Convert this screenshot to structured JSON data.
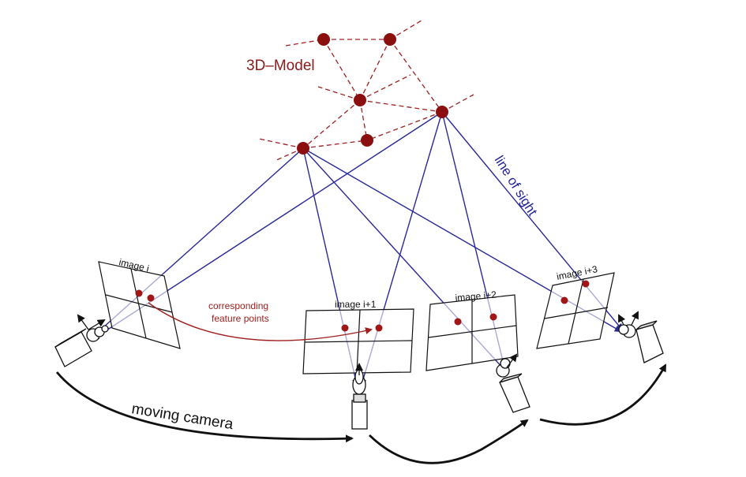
{
  "labels": {
    "model": "3D–Model",
    "line_of_sight": "line of sight",
    "corresponding_line1": "corresponding",
    "corresponding_line2": "feature points",
    "moving_camera": "moving camera"
  },
  "images": [
    {
      "label": "image i"
    },
    {
      "label": "image i+1"
    },
    {
      "label": "image i+2"
    },
    {
      "label": "image i+3"
    }
  ],
  "colors": {
    "model": "#8b0f0f",
    "ray": "#2a2a9a",
    "frame": "#111111",
    "arrow": "#111111",
    "correspondence": "#a02020"
  }
}
